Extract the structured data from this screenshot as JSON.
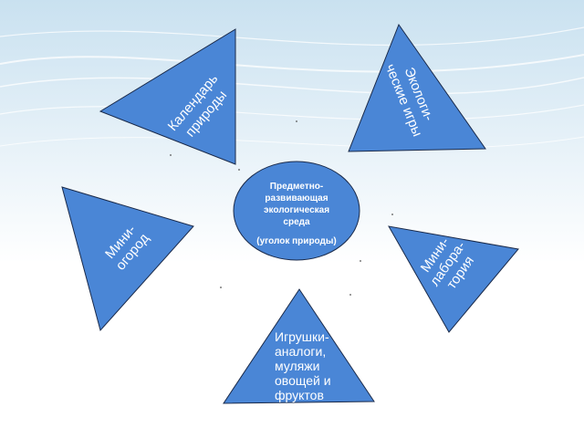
{
  "colors": {
    "shape_fill": "#4A86D6",
    "shape_stroke": "#1A2A4A",
    "center_text": "#FFFFFF",
    "petal_text": "#FFFFFF",
    "bottom_text": "#FFFFFF",
    "bg_top": "#C9E1F0",
    "bg_bottom": "#FFFFFF"
  },
  "center": {
    "line1": "Предметно-",
    "line2": "развивающая",
    "line3": "экологическая",
    "line4": "среда",
    "line5": "(уголок природы)"
  },
  "triangles": {
    "calendar": {
      "line1": "Календарь",
      "line2": "природы"
    },
    "eco_games": {
      "line1": "Экологи-",
      "line2": "ческие игры"
    },
    "mini_garden": {
      "line1": "Мини-",
      "line2": "огород"
    },
    "mini_lab": {
      "line1": "Мини-",
      "line2": "лабора-",
      "line3": "тория"
    },
    "toys": {
      "line1": "Игрушки-",
      "line2": "аналоги,",
      "line3": "муляжи",
      "line4": "овощей и",
      "line5": "фруктов"
    }
  }
}
